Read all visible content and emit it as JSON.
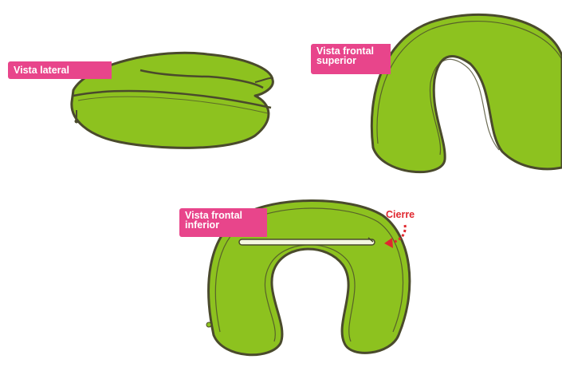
{
  "labels": {
    "lateral": "Vista lateral",
    "superior_line1": "Vista frontal",
    "superior_line2": "superior",
    "inferior_line1": "Vista frontal",
    "inferior_line2": "inferior",
    "zipper": "Cierre"
  },
  "colors": {
    "pillow_fill": "#8dc21f",
    "pillow_outline": "#4a4a2c",
    "label_bg": "#e8458b",
    "label_text": "#ffffff",
    "callout": "#e0282f"
  },
  "icons": {
    "zipper_pointer": "dotted-curved-arrow-icon"
  }
}
